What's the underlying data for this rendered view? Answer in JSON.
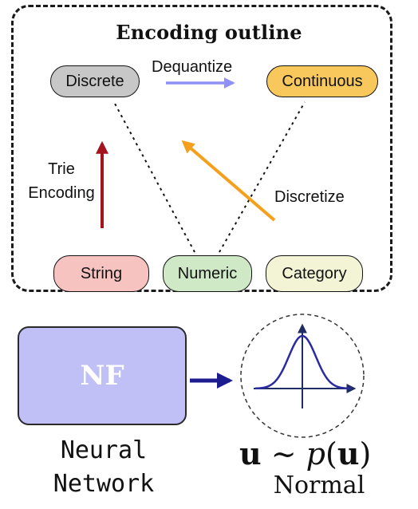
{
  "encoding_outline": {
    "title": "Encoding outline",
    "nodes": {
      "discrete": "Discrete",
      "continuous": "Continuous",
      "string": "String",
      "numeric": "Numeric",
      "category": "Category"
    },
    "edges": {
      "dequantize": "Dequantize",
      "trie_encoding_line1": "Trie",
      "trie_encoding_line2": "Encoding",
      "discretize": "Discretize"
    }
  },
  "model": {
    "box_label": "NF",
    "caption_line1": "Neural",
    "caption_line2": "Network"
  },
  "distribution": {
    "formula_u": "u",
    "formula_sim": "∼",
    "formula_p": "p",
    "formula_open": "(",
    "formula_u2": "u",
    "formula_close": ")",
    "name": "Normal"
  },
  "colors": {
    "discrete": "#c7c7c7",
    "continuous": "#f8c85c",
    "string": "#f6c3c1",
    "numeric": "#cfe8c6",
    "category": "#f3f4d6",
    "dequantize_arrow": "#8f8ff5",
    "trie_arrow": "#a3141f",
    "discretize_arrow": "#f5a01c",
    "nf_box": "#c0c0f7",
    "nn_arrow": "#1c1c8f",
    "curve": "#2b2ba0"
  }
}
